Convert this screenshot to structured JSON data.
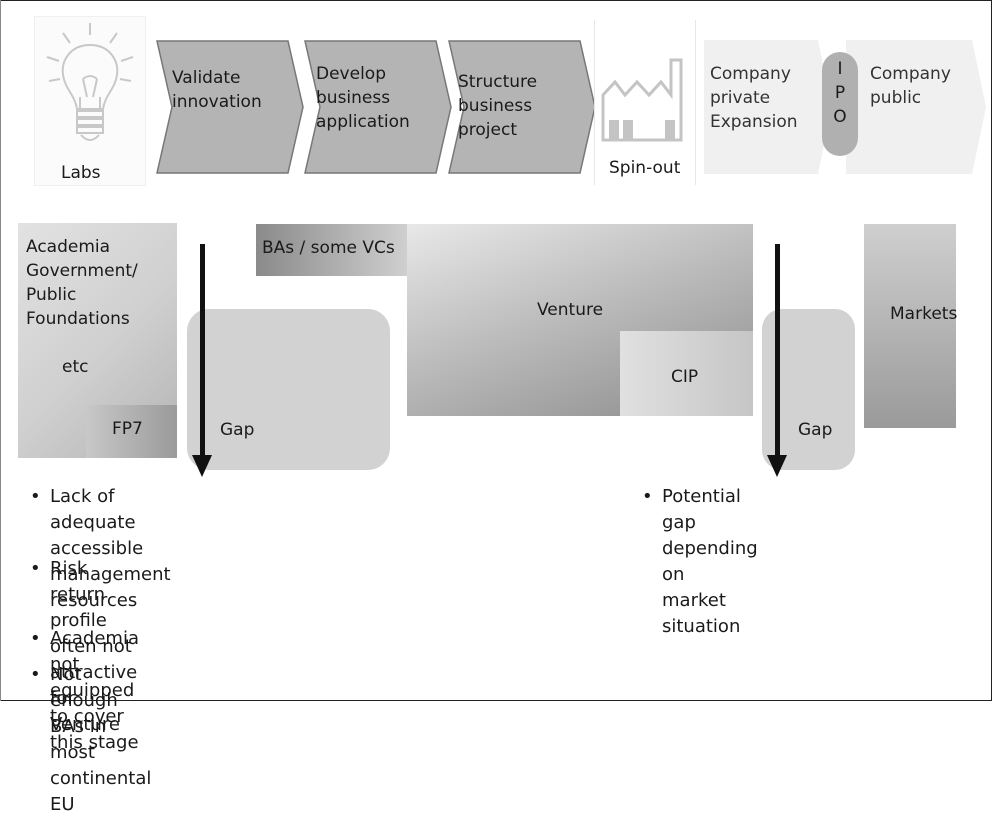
{
  "stages": {
    "labs_label": "Labs",
    "validate": "Validate\ninnovation",
    "develop": "Develop\nbusiness\napplication",
    "structure": "Structure\nbusiness\nproject",
    "spinout_label": "Spin-out",
    "company_private": "Company\nprivate\nExpansion",
    "ipo": "I\nP\nO",
    "company_public": "Company\npublic"
  },
  "funding": {
    "academia": "Academia\nGovernment/\nPublic\nFoundations",
    "academia_etc": "etc",
    "fp7": "FP7",
    "bas": "BAs / some VCs",
    "venture": "Venture",
    "cip": "CIP",
    "markets": "Markets",
    "gap_left": "Gap",
    "gap_right": "Gap"
  },
  "left_bullets": [
    "Lack of adequate accessible management\nresources",
    "Risk return profile often not attractive for\nVenture",
    "Academia not equipped to cover this stage",
    "Not enough BAs in most continental EU"
  ],
  "right_bullets": [
    "Potential gap depending on\nmarket situation"
  ],
  "bullet_symbol": "•",
  "colors": {
    "chevron_fill": "#b4b4b4",
    "chevron_stroke": "#777777",
    "light_chevron_fill": "#f0f0f0",
    "ipo_oval": "#b0b0b0",
    "arrow": "#111111"
  }
}
